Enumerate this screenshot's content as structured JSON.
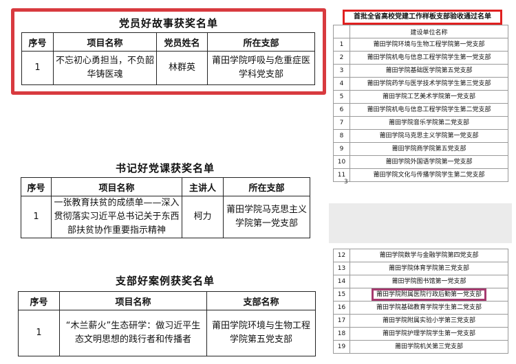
{
  "table1": {
    "title": "党员好故事获奖名单",
    "headers": [
      "序号",
      "项目名称",
      "党员姓名",
      "所在支部"
    ],
    "rows": [
      [
        "1",
        "不忘初心勇担当，不负韶华铸医魂",
        "林群英",
        "莆田学院呼吸与危重症医学科党支部"
      ]
    ]
  },
  "table2": {
    "title": "书记好党课获奖名单",
    "headers": [
      "序号",
      "项目名称",
      "主讲人",
      "所在支部"
    ],
    "rows": [
      [
        "1",
        "一张教育扶贫的成绩单——深入贯彻落实习近平总书记关于东西部扶贫协作重要指示精神",
        "柯力",
        "莆田学院马克思主义学院第一党支部"
      ]
    ]
  },
  "table3": {
    "title": "支部好案例获奖名单",
    "headers": [
      "序号",
      "项目名称",
      "支部名称"
    ],
    "rows": [
      [
        "1",
        "“木兰薪火”生态研学：做习近平生态文明思想的践行者和传播者",
        "莆田学院环境与生物工程学院第五党支部"
      ]
    ]
  },
  "list1": {
    "title": "首批全省高校党建工作样板支部验收通过名单",
    "headers": [
      "",
      "建设单位名称"
    ],
    "rows": [
      [
        "1",
        "莆田学院环境与生物工程学院第一党支部"
      ],
      [
        "2",
        "莆田学院机电与信息工程学院学生第一党支部"
      ],
      [
        "3",
        "莆田学院基础医学院第五党支部"
      ],
      [
        "4",
        "莆田学院药学与医学技术学院学生第三党支部"
      ],
      [
        "5",
        "莆田学院工艺美术学院第一党支部"
      ],
      [
        "6",
        "莆田学院机电与信息工程学院学生第二党支部"
      ],
      [
        "7",
        "莆田学院音乐学院第二党支部"
      ],
      [
        "8",
        "莆田学院马克思主义学院第一党支部"
      ],
      [
        "9",
        "莆田学院商学院第五党支部"
      ],
      [
        "10",
        "莆田学院外国语学院第一党支部"
      ],
      [
        "11",
        "莆田学院文化与传播学院学生第二党支部"
      ]
    ],
    "page_number": "3"
  },
  "list2": {
    "rows": [
      [
        "12",
        "莆田学院数学与金融学院第四党支部"
      ],
      [
        "13",
        "莆田学院体育学院第三党支部"
      ],
      [
        "14",
        "莆田学院图书馆第一党支部"
      ],
      [
        "15",
        "莆田学院附属医院行政后勤第一党支部"
      ],
      [
        "16",
        "莆田学院基础教育学院学生第二党支部"
      ],
      [
        "17",
        "莆田学院附属实验小学第三党支部"
      ],
      [
        "18",
        "莆田学院护理学院学生第一党支部"
      ],
      [
        "19",
        "莆田学院机关第三党支部"
      ]
    ],
    "highlighted_row": "15"
  },
  "colors": {
    "red_frame": "#d83a3f",
    "title_frame": "#e02020",
    "highlight_frame": "#a63a6f"
  }
}
